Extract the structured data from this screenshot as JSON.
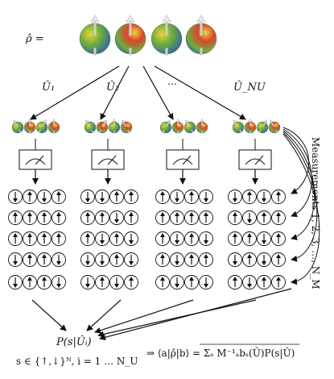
{
  "labels": {
    "rho": "ρ̂ =",
    "u1": "Û₁",
    "u2": "Û₂",
    "dots": "⋯",
    "unu": "Û_NU",
    "measurements": "Measurements 1, 2, 3, …, N_M",
    "prob": "P(s|Ûᵢ)",
    "set": "s ∈ {↑,↓}ᴺ, i = 1 … N_U",
    "estimator": "⇒ ⟨a|ρ̂|b⟩ = Σₛ M⁻¹ₐbₛ(Û)P(s|Û)"
  },
  "colors": {
    "sphere_blue": "#2f5fa8",
    "sphere_green": "#6fae3c",
    "sphere_yellow": "#e8d43a",
    "sphere_red": "#d8452e",
    "line": "#111111"
  },
  "state_spins": [
    "up",
    "up",
    "up",
    "up"
  ],
  "rotated_groups": [
    {
      "spins": [
        "tilt-left",
        "up",
        "tilt-right",
        "up"
      ]
    },
    {
      "spins": [
        "tilt-left",
        "tilt-right",
        "up",
        "tilt-left"
      ]
    },
    {
      "spins": [
        "tilt-right",
        "up",
        "tilt-left",
        "up"
      ]
    },
    {
      "spins": [
        "tilt-left",
        "up",
        "tilt-right",
        "tilt-left"
      ]
    }
  ],
  "outcome_grids": [
    [
      [
        "down",
        "up",
        "down",
        "up"
      ],
      [
        "up",
        "up",
        "up",
        "up"
      ],
      [
        "up",
        "up",
        "up",
        "up"
      ],
      [
        "down",
        "up",
        "up",
        "down"
      ],
      [
        "down",
        "up",
        "up",
        "down"
      ]
    ],
    [
      [
        "down",
        "down",
        "up",
        "up"
      ],
      [
        "up",
        "up",
        "down",
        "up"
      ],
      [
        "up",
        "down",
        "up",
        "down"
      ],
      [
        "down",
        "down",
        "up",
        "down"
      ],
      [
        "down",
        "up",
        "down",
        "up"
      ]
    ],
    [
      [
        "up",
        "down",
        "up",
        "down"
      ],
      [
        "up",
        "up",
        "up",
        "up"
      ],
      [
        "up",
        "down",
        "up",
        "down"
      ],
      [
        "up",
        "down",
        "up",
        "up"
      ],
      [
        "up",
        "down",
        "up",
        "down"
      ]
    ],
    [
      [
        "down",
        "up",
        "down",
        "up"
      ],
      [
        "up",
        "down",
        "up",
        "up"
      ],
      [
        "up",
        "up",
        "down",
        "up"
      ],
      [
        "down",
        "up",
        "down",
        "up"
      ],
      [
        "up",
        "down",
        "up",
        "up"
      ]
    ]
  ]
}
